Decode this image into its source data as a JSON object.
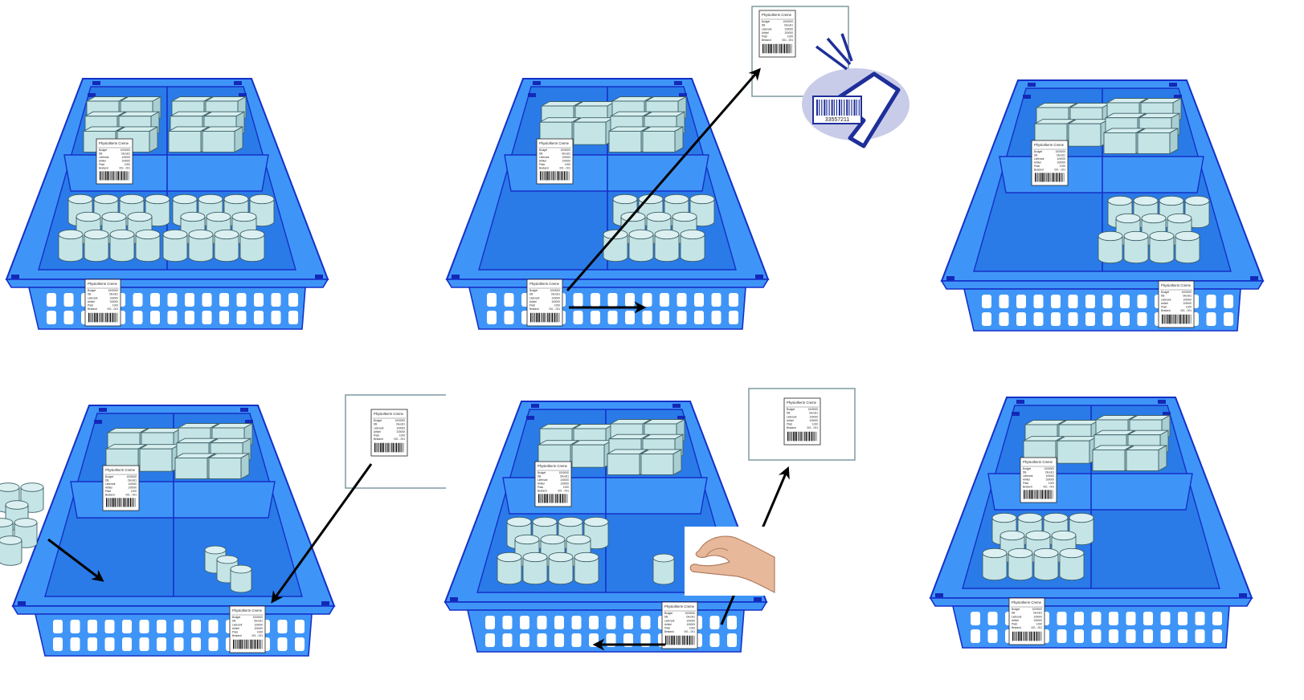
{
  "label_card": {
    "title": "Physiotherm Creme",
    "rows": [
      [
        "Budget",
        "1000000"
      ],
      [
        "DB",
        "Dienst1"
      ],
      [
        "Lieferant",
        "100000"
      ],
      [
        "Artikel",
        "100000"
      ],
      [
        "Platz",
        "1000"
      ],
      [
        "Bestand",
        "001 - 001"
      ]
    ]
  },
  "scanner_barcode_text": "33557211",
  "colors": {
    "tray_fill": "#3f95f7",
    "tray_dark": "#2a7be8",
    "tray_outline": "#1530c8",
    "item_fill": "#c5e4e6",
    "item_stroke": "#3c5f66",
    "arrow": "#000000",
    "scanner": "#1e2f9a",
    "scanner_halo": "#c9cce8",
    "label_box_border": "#7f9aa0"
  },
  "icons": [
    "barcode-scanner-icon",
    "hand-grab-icon",
    "arrow-icon"
  ],
  "scenes": [
    {
      "id": "scene-1",
      "top_left": "boxes",
      "top_right": "boxes",
      "bottom_left": "cylinders-full",
      "bottom_right": "cylinders-full",
      "shelf_label": "top-left",
      "front_label": "front-left"
    },
    {
      "id": "scene-2",
      "top_left": "boxes-small",
      "top_right": "boxes",
      "bottom_left": "empty",
      "bottom_right": "cylinders-full",
      "shelf_label": "top-left",
      "front_label": "front-center",
      "scanner": true
    },
    {
      "id": "scene-3",
      "top_left": "boxes-small",
      "top_right": "boxes",
      "bottom_left": "empty",
      "bottom_right": "cylinders-full",
      "shelf_label": "top-left",
      "front_label": "front-right"
    },
    {
      "id": "scene-4",
      "top_left": "boxes-small",
      "top_right": "boxes",
      "bottom_left": "empty",
      "bottom_right": "cylinders-few",
      "shelf_label": "top-left",
      "front_label": "front-right"
    },
    {
      "id": "scene-5",
      "top_left": "boxes-small",
      "top_right": "boxes",
      "bottom_left": "cylinders-full",
      "bottom_right": "cylinder-one",
      "shelf_label": "top-left",
      "front_label": "front-right",
      "hand": true
    },
    {
      "id": "scene-6",
      "top_left": "boxes-small",
      "top_right": "boxes",
      "bottom_left": "cylinders-full",
      "bottom_right": "empty",
      "shelf_label": "top-left",
      "front_label": "front-left"
    }
  ]
}
